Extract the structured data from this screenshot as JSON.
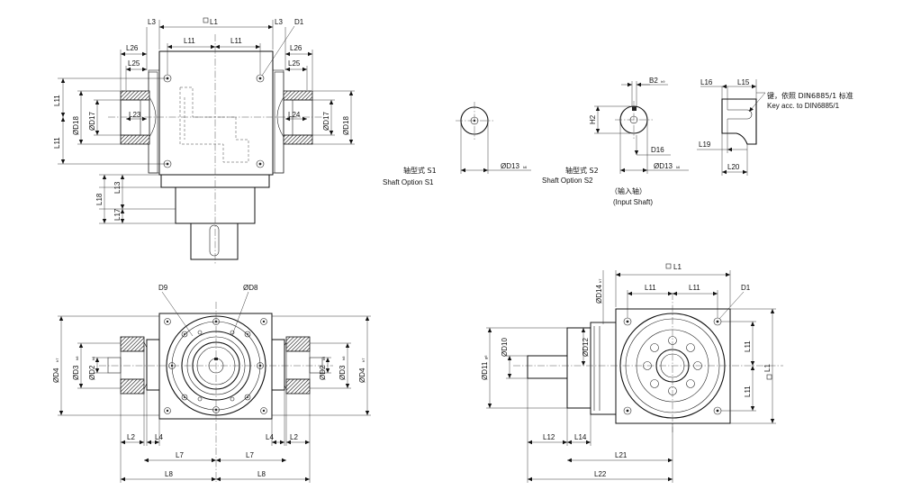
{
  "top_view": {
    "dims": {
      "L3": "L3",
      "L1": "L1",
      "D1": "D1",
      "L11": "L11",
      "L26": "L26",
      "L25": "L25",
      "L23": "L23",
      "L24": "L24",
      "D17": "ØD17",
      "D18": "ØD18",
      "L13": "L13",
      "L18": "L18",
      "L17": "L17"
    }
  },
  "shaft_options": {
    "s1_cn": "轴型式 S1",
    "s1_en": "Shaft Option S1",
    "s2_cn": "轴型式 S2",
    "s2_en": "Shaft Option S2",
    "d13": "ØD13",
    "d13_tol": "k6",
    "b2": "B2",
    "b2_tol": "h9",
    "h2": "H2",
    "d16": "D16",
    "input_cn": "（输入轴）",
    "input_en": "(Input Shaft)",
    "L16": "L16",
    "L15": "L15",
    "L19": "L19",
    "L20": "L20",
    "key_cn": "键，依照 DIN6885/1 标准",
    "key_en": "Key acc. to DIN6885/1"
  },
  "front_view": {
    "dims": {
      "D9": "D9",
      "D8": "ØD8",
      "D4": "ØD4",
      "D4_tol": "h7",
      "D3": "ØD3",
      "D3_tol": "h8",
      "D2": "ØD2",
      "D2_tol": "k6",
      "L2": "L2",
      "L4": "L4",
      "L7": "L7",
      "L8": "L8"
    }
  },
  "side_view": {
    "dims": {
      "L1": "L1",
      "L11": "L11",
      "D1": "D1",
      "D14": "ØD14",
      "D14_tol": "h7",
      "D11": "ØD11",
      "D11_tol": "g6",
      "D10": "ØD10",
      "D12": "ØD12",
      "L12": "L12",
      "L14": "L14",
      "L21": "L21",
      "L22": "L22"
    }
  }
}
